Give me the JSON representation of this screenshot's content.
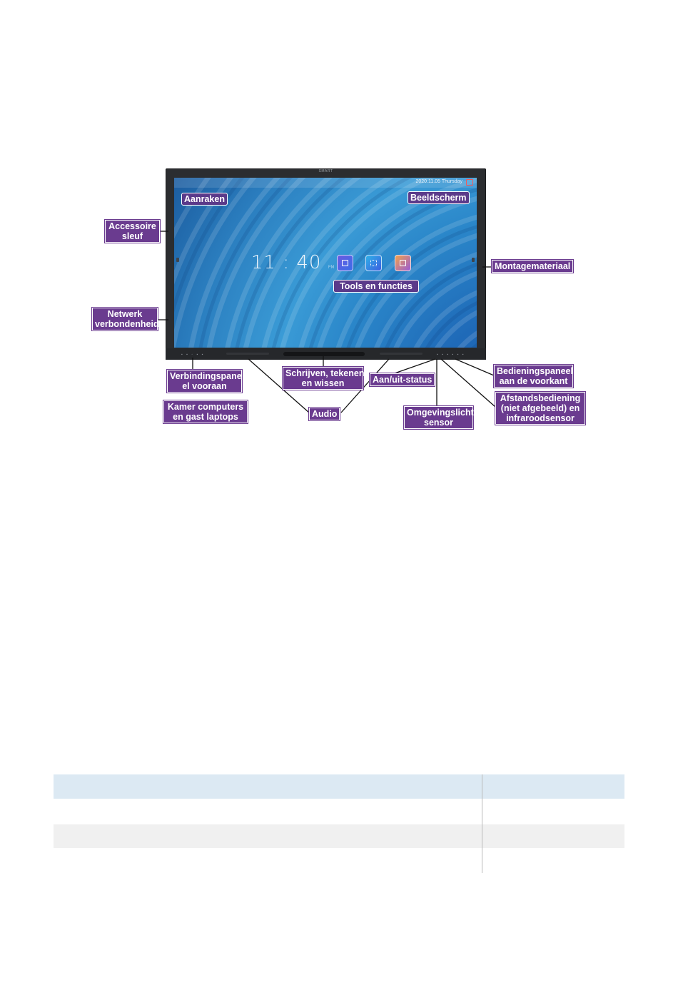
{
  "figure": {
    "screen": {
      "date_text": "2020.11.05 Thursday",
      "clock_text": "11 : 40",
      "clock_suffix": "PM",
      "brand": "SMART"
    },
    "labels": {
      "aanraken": "Aanraken",
      "beeldscherm": "Beeldscherm",
      "tools": "Tools en functies",
      "accessoire_line1": "Accessoire",
      "accessoire_line2": "sleuf",
      "montage": "Montagemateriaal",
      "netwerk_line1": "Netwerk",
      "netwerk_line2": "verbondenheid",
      "verbinding_line1": "Verbindingspane",
      "verbinding_line2": "el vooraan",
      "kamer_line1": "Kamer computers",
      "kamer_line2": "en gast laptops",
      "schrijven_line1": "Schrijven, tekenen",
      "schrijven_line2": "en wissen",
      "audio": "Audio",
      "aanuit": "Aan/uit-status",
      "omgevings_line1": "Omgevingslicht",
      "omgevings_line2": "sensor",
      "bediening_line1": "Bedieningspaneel",
      "bediening_line2": "aan de voorkant",
      "afstand_line1": "Afstandsbediening",
      "afstand_line2": "(niet afgebeeld) en",
      "afstand_line3": "infraroodsensor"
    }
  },
  "colors": {
    "label_bg": "#6a3b8f",
    "table_header": "#dce9f3",
    "table_stripe": "#f0f0f0"
  }
}
